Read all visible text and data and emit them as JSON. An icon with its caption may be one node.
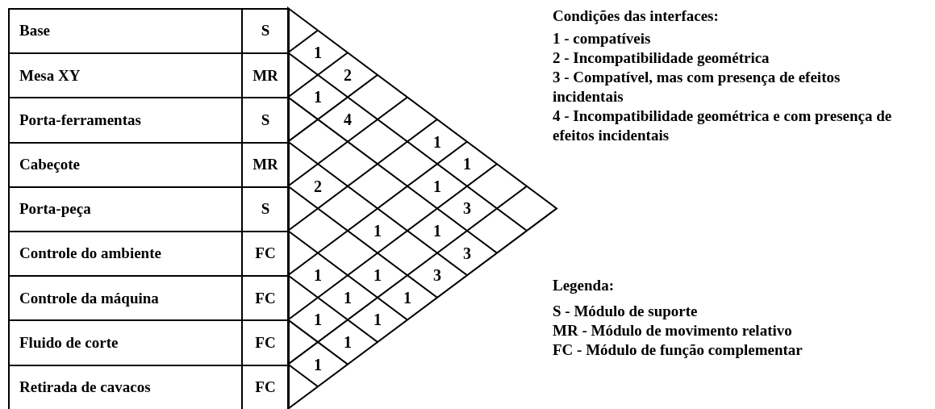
{
  "diagram": {
    "labels": [
      "Base",
      "S",
      "Mesa XY",
      "MR",
      "Porta-ferramentas",
      "S",
      "Cabeçote",
      "MR",
      "Porta-peça",
      "S",
      "Controle do ambiente",
      "FC",
      "Controle da máquina",
      "FC",
      "Fluido de corte",
      "FC",
      "Retirada de cavacos",
      "FC",
      "1",
      "2",
      "1",
      "4",
      "1",
      "1",
      "2",
      "1",
      "3",
      "1",
      "1",
      "3",
      "1",
      "1",
      "3",
      "1",
      "1",
      "1",
      "1",
      "1",
      "1",
      "Condições das interfaces:",
      "1 - compatíveis",
      "2 - Incompatibilidade geométrica",
      "3 - Compatível, mas com presença de efeitos incidentais",
      "4 - Incompatibilidade geométrica e com presença de efeitos incidentais",
      "Legenda:",
      "S - Módulo de suporte",
      "MR - Módulo de movimento relativo",
      "FC - Módulo de função complementar"
    ]
  }
}
